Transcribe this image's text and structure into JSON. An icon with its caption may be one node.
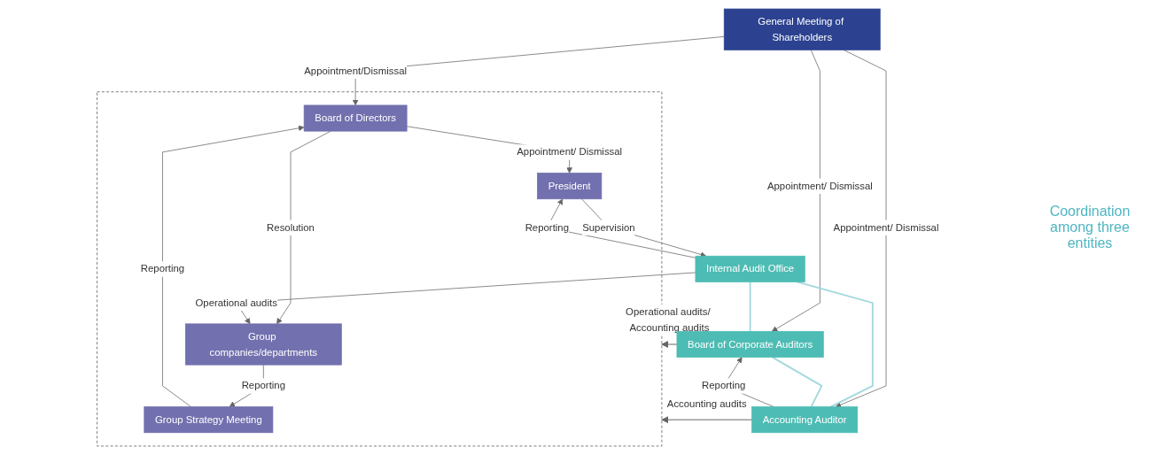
{
  "diagram": {
    "nodes": [
      {
        "text": [
          "General Meeting of Shareholders"
        ]
      },
      {
        "text": [],
        "shape": "box"
      },
      {
        "text": [
          "Board of Directors"
        ],
        "in": 1
      },
      {
        "text": [
          "President"
        ],
        "in": 1
      },
      {
        "text": [
          "Group Strategy Meeting"
        ],
        "in": 1
      },
      {
        "text": [
          "Group companies/departments"
        ],
        "in": 1
      },
      {
        "text": [
          "Internal Audit Office"
        ]
      },
      {
        "text": [
          "Board of Corporate Auditors"
        ]
      },
      {
        "text": [
          "Accounting Auditor"
        ]
      }
    ],
    "edges": [
      {
        "from": 0,
        "to": 2,
        "arrow": "to",
        "label": "Appointment/Dismissal"
      },
      {
        "from": 0,
        "to": 7,
        "arrow": "to",
        "label": "Appointment/ Dismissal"
      },
      {
        "from": 0,
        "to": 8,
        "arrow": "to",
        "label": "Appointment/ Dismissal"
      },
      {
        "from": 2,
        "to": 3,
        "arrow": "to",
        "label": "Appointment/ Dismissal"
      },
      {
        "from": 3,
        "to": 6,
        "arrow": "to",
        "label": "Supervision"
      },
      {
        "from": 6,
        "to": 3,
        "arrow": "to",
        "label": "Reporting"
      },
      {
        "from": 2,
        "to": 5,
        "arrow": "to",
        "label": "Resolution"
      },
      {
        "from": 5,
        "to": 4,
        "arrow": "to",
        "label": "Reporting"
      },
      {
        "from": 4,
        "to": 2,
        "arrow": "to",
        "label": "Reporting"
      },
      {
        "from": 6,
        "to": 5,
        "arrow": "to",
        "label": "Operational audits"
      },
      {
        "from": 7,
        "to": 1,
        "arrow": "to",
        "label": "Operational audits/ Accounting audits"
      },
      {
        "from": 8,
        "to": 1,
        "arrow": "to",
        "label": "Accounting audits"
      },
      {
        "from": 8,
        "to": 7,
        "arrow": "to",
        "label": "Reporting"
      },
      {
        "from": 6,
        "to": 7,
        "arrow": "none",
        "color": "#a3d8de"
      },
      {
        "from": 6,
        "to": 8,
        "arrow": "none",
        "color": "#a3d8de"
      },
      {
        "from": 7,
        "to": 8,
        "arrow": "none",
        "color": "#a3d8de"
      }
    ],
    "labels": [
      "Coordination among three entities"
    ]
  }
}
